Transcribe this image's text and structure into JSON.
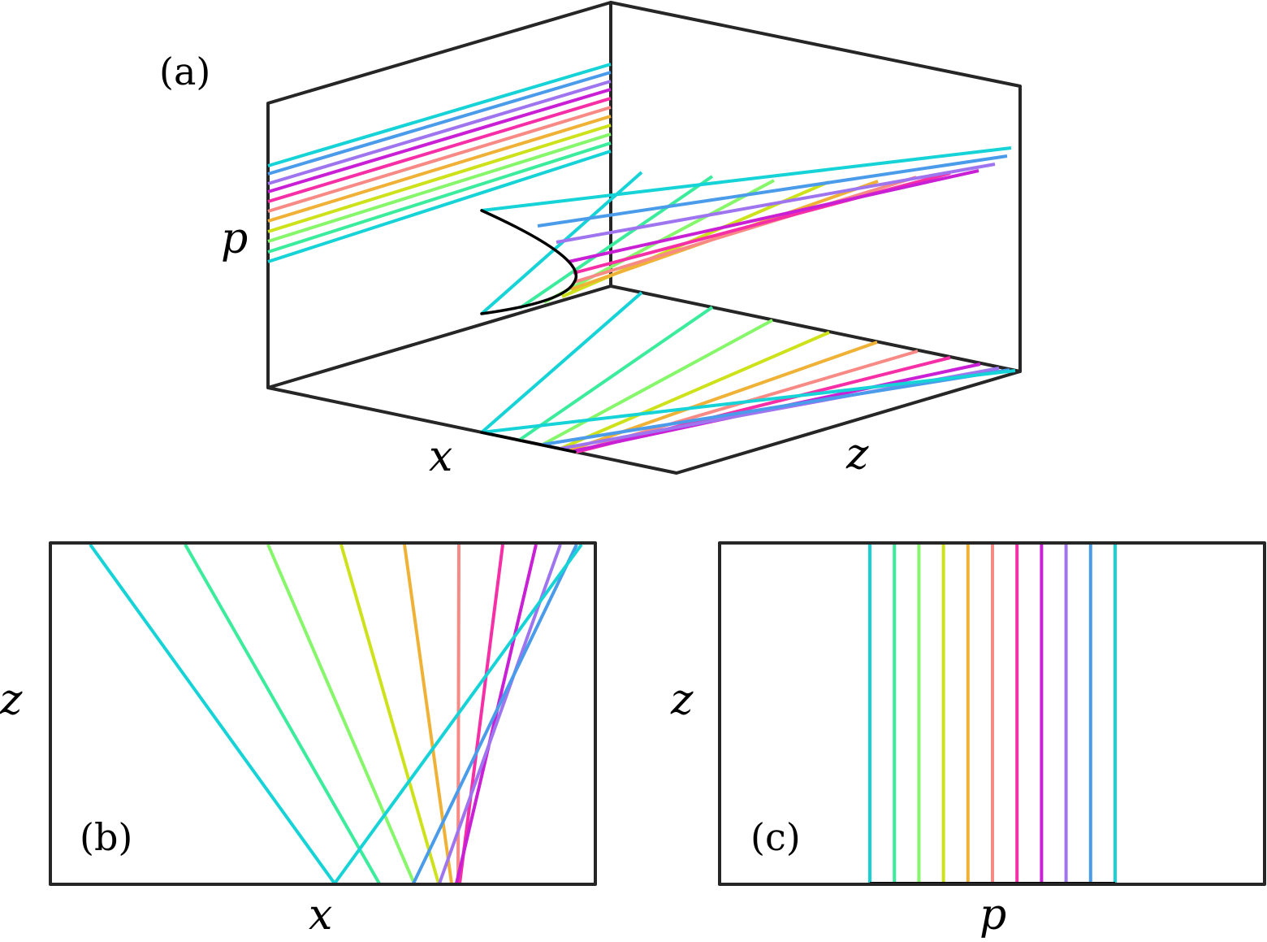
{
  "colors": [
    "#15d3d6",
    "#3bec9c",
    "#86f76a",
    "#cde21a",
    "#f0b236",
    "#f78a85",
    "#f62fa7",
    "#c91fd5",
    "#9e74ef",
    "#4a9bea",
    "#15d3d6"
  ],
  "curve_color": "#000000",
  "frame_color": "#262626",
  "panel_a": {
    "label": "(a)",
    "axes": {
      "x": "x",
      "z": "z",
      "p": "p"
    }
  },
  "panel_b": {
    "label": "(b)",
    "axes": {
      "x": "x",
      "z": "z"
    }
  },
  "panel_c": {
    "label": "(c)",
    "axes": {
      "p": "p",
      "z": "z"
    }
  }
}
